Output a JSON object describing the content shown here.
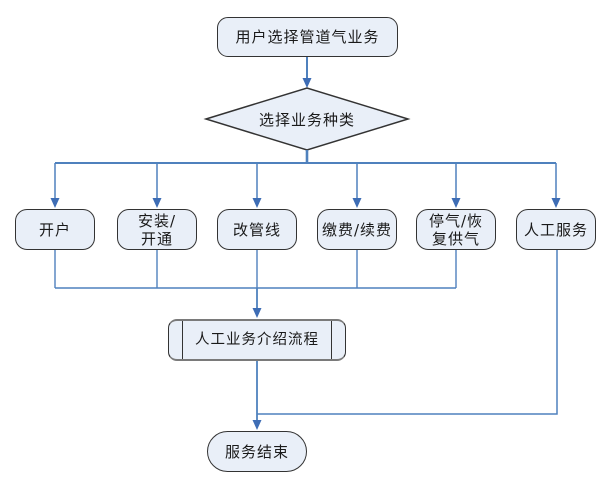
{
  "nodes": {
    "start": {
      "label": "用户选择管道气业务"
    },
    "decision": {
      "label": "选择业务种类"
    },
    "options": [
      {
        "label": "开户"
      },
      {
        "label": "安装/\n开通"
      },
      {
        "label": "改管线"
      },
      {
        "label": "缴费/续费"
      },
      {
        "label": "停气/恢\n复供气"
      },
      {
        "label": "人工服务"
      }
    ],
    "process": {
      "label": "人工业务介绍流程"
    },
    "end": {
      "label": "服务结束"
    }
  },
  "colors": {
    "node_fill": "#e9eff8",
    "node_border": "#333333",
    "connector": "#4f81bd",
    "arrowhead": "#3e6db5",
    "process_edge": "#7a7a7a",
    "text": "#1a1a1a"
  }
}
